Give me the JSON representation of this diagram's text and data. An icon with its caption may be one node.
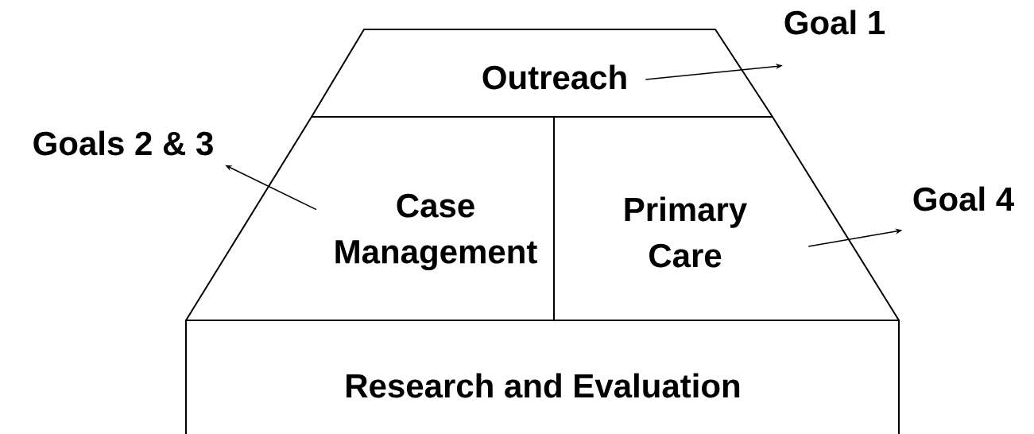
{
  "diagram": {
    "nodes": [
      {
        "text": [
          "Outreach"
        ]
      },
      {
        "text": [
          "Case Management"
        ]
      },
      {
        "text": [
          "Primary Care"
        ]
      },
      {
        "text": [
          "Research and Evaluation"
        ]
      },
      {
        "text": [
          "Goal 1"
        ]
      },
      {
        "text": [
          "Goals 2 & 3"
        ]
      },
      {
        "text": [
          "Goal 4"
        ]
      }
    ],
    "edges": [
      {
        "from": 0,
        "to": 4,
        "arrow": "to"
      },
      {
        "from": 1,
        "to": 5,
        "arrow": "to"
      },
      {
        "from": 2,
        "to": 6,
        "arrow": "to"
      }
    ]
  }
}
